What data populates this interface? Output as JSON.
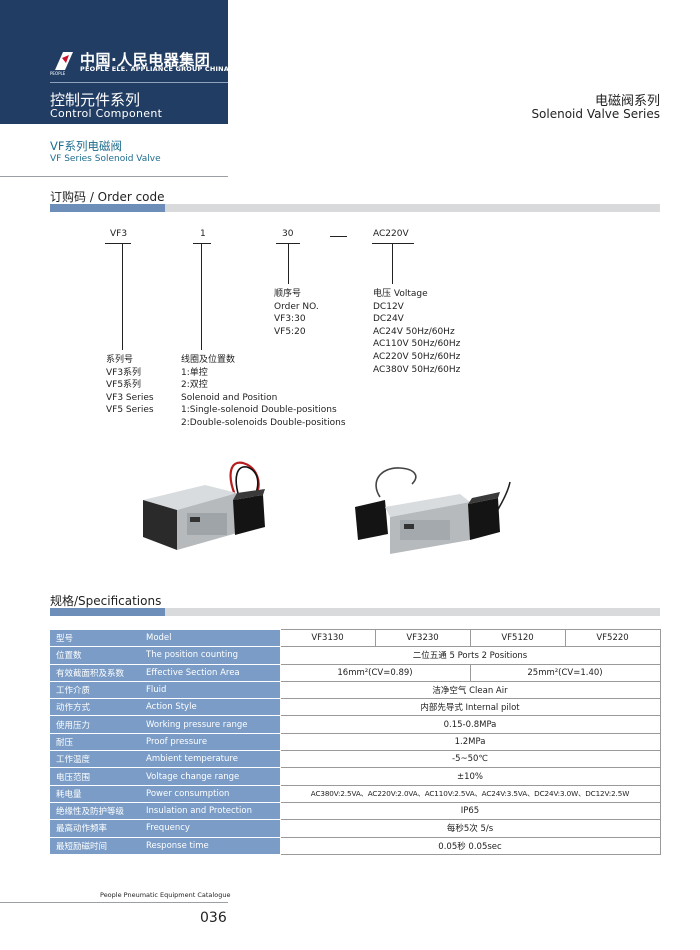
{
  "brand": {
    "logo_cn": "中国·人民电器集团",
    "logo_en": "PEOPLE ELE. APPLIANCE GROUP CHINA",
    "logo_mark_text": "PEOPLE"
  },
  "header": {
    "category_cn": "控制元件系列",
    "category_en": "Control Component",
    "series_cn": "电磁阀系列",
    "series_en": "Solenoid Valve Series",
    "sub_cn": "VF系列电磁阀",
    "sub_en": "VF Series Solenoid Valve"
  },
  "order_code": {
    "title": "订购码 / Order code",
    "codes": {
      "series": "VF3",
      "position": "1",
      "order_no": "30",
      "dash": "—",
      "voltage": "AC220V"
    },
    "series_desc": [
      "系列号",
      "VF3系列",
      "VF5系列",
      "VF3 Series",
      "VF5 Series"
    ],
    "position_desc": [
      "线圈及位置数",
      "1:单控",
      "2:双控",
      "Solenoid and Position",
      "1:Single-solenoid Double-positions",
      "2:Double-solenoids Double-positions"
    ],
    "order_desc": [
      "顺序号",
      "Order NO.",
      "VF3:30",
      "VF5:20"
    ],
    "voltage_desc": [
      "电压 Voltage",
      "DC12V",
      "DC24V",
      "AC24V 50Hz/60Hz",
      "AC110V 50Hz/60Hz",
      "AC220V 50Hz/60Hz",
      "AC380V 50Hz/60Hz"
    ]
  },
  "specs": {
    "title": "规格/Specifications",
    "models": [
      "VF3130",
      "VF3230",
      "VF5120",
      "VF5220"
    ],
    "rows": [
      {
        "cn": "型号",
        "en": "Model"
      },
      {
        "cn": "位置数",
        "en": "The position counting",
        "value": "二位五通 5 Ports 2 Positions"
      },
      {
        "cn": "有效截面积及系数",
        "en": "Effective Section Area",
        "values": [
          "16mm²(CV=0.89)",
          "25mm²(CV=1.40)"
        ]
      },
      {
        "cn": "工作介质",
        "en": "Fluid",
        "value": "洁净空气 Clean Air"
      },
      {
        "cn": "动作方式",
        "en": "Action Style",
        "value": "内部先导式 Internal pilot"
      },
      {
        "cn": "使用压力",
        "en": "Working pressure range",
        "value": "0.15-0.8MPa"
      },
      {
        "cn": "耐压",
        "en": "Proof pressure",
        "value": "1.2MPa"
      },
      {
        "cn": "工作温度",
        "en": "Ambient temperature",
        "value": "-5~50℃"
      },
      {
        "cn": "电压范围",
        "en": "Voltage change  range",
        "value": "±10%"
      },
      {
        "cn": "耗电量",
        "en": "Power consumption",
        "value": "AC380V:2.5VA、AC220V:2.0VA、AC110V:2.5VA、AC24V:3.5VA、DC24V:3.0W、DC12V:2.5W"
      },
      {
        "cn": "绝缘性及防护等级",
        "en": "Insulation and Protection",
        "value": "IP65"
      },
      {
        "cn": "最高动作频率",
        "en": "Frequency",
        "value": "每秒5次  5/s"
      },
      {
        "cn": "最短励磁时间",
        "en": "Response time",
        "value": "0.05秒  0.05sec"
      }
    ]
  },
  "footer": {
    "catalogue": "People Pneumatic Equipment Catalogue",
    "page": "036"
  },
  "colors": {
    "header_bg": "#223d63",
    "table_label_bg": "#7a9cc6",
    "section_accent": "#6d8eb8",
    "subtitle_text": "#1e6e8e"
  }
}
